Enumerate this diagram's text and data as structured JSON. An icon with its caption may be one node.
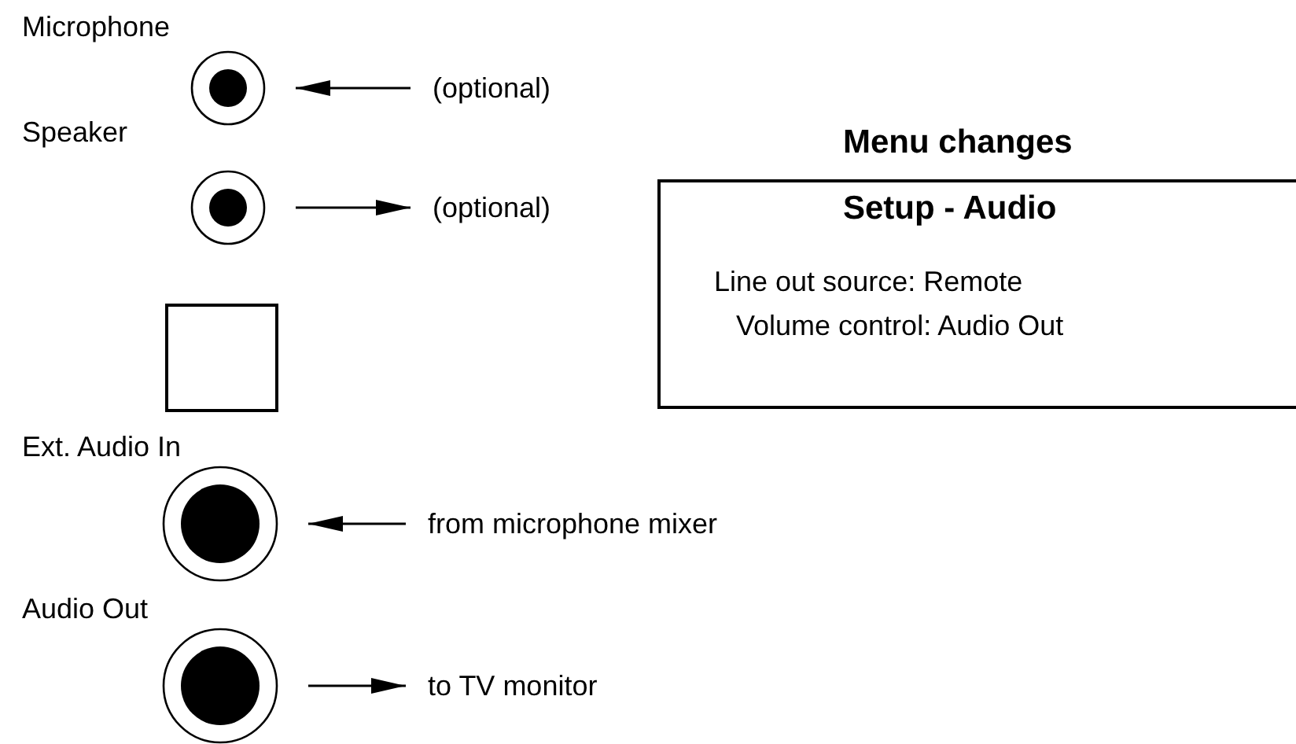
{
  "diagram": {
    "nodes": [
      {
        "text": [
          "Microphone"
        ]
      },
      {
        "text": [
          "(optional)"
        ]
      },
      {
        "text": [
          "Speaker"
        ]
      },
      {
        "text": [
          "(optional)"
        ]
      },
      {
        "text": [],
        "shape": "box"
      },
      {
        "text": [
          "Ext. Audio In"
        ]
      },
      {
        "text": [
          "from microphone mixer"
        ]
      },
      {
        "text": [
          "Audio Out"
        ]
      },
      {
        "text": [
          "to TV monitor"
        ]
      },
      {
        "text": [
          "Menu changes",
          "Setup - Audio",
          "Line out source: Remote",
          "Volume control: Audio Out"
        ]
      }
    ],
    "edges": [
      {
        "from": 1,
        "to": 0,
        "arrow": "to"
      },
      {
        "from": 2,
        "to": 3,
        "arrow": "to"
      },
      {
        "from": 6,
        "to": 5,
        "arrow": "to"
      },
      {
        "from": 7,
        "to": 8,
        "arrow": "to"
      }
    ]
  }
}
